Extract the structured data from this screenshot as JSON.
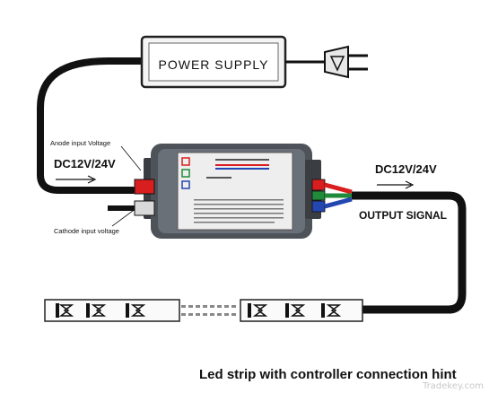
{
  "power_supply": {
    "label": "POWER SUPPLY"
  },
  "input": {
    "anode_label": "Anode input Voltage",
    "cathode_label": "Cathode input voltage",
    "voltage": "DC12V/24V"
  },
  "output": {
    "voltage": "DC12V/24V",
    "signal_label": "OUTPUT SIGNAL"
  },
  "caption": "Led strip with controller connection hint",
  "watermark": "Tradekey.com",
  "colors": {
    "red": "#d81e1e",
    "green": "#1f8a3a",
    "blue": "#2346b0",
    "case": "#5a5f66",
    "line": "#111111"
  }
}
